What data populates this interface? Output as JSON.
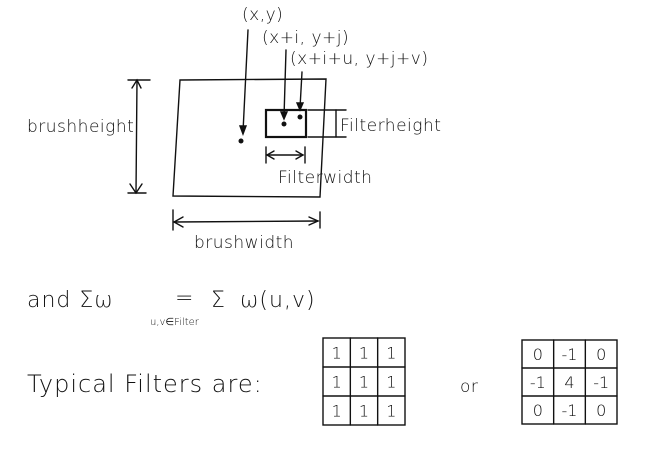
{
  "labels": {
    "origin": "(x,y)",
    "offset": "(x+i, y+j)",
    "filter_point": "(x+i+u, y+j+v)",
    "brush_height": "brushheight",
    "brush_width": "brushwidth",
    "filter_height": "Filterheight",
    "filter_width": "Filterwidth"
  },
  "formula": {
    "lhs": "and Σω",
    "equals": "=",
    "sum": "Σ",
    "rhs": "ω(u,v)",
    "subscript": "u,v∈Filter"
  },
  "filters": {
    "caption": "Typical Filters are:",
    "separator": "or",
    "box_filter": [
      [
        "1",
        "1",
        "1"
      ],
      [
        "1",
        "1",
        "1"
      ],
      [
        "1",
        "1",
        "1"
      ]
    ],
    "laplacian_filter": [
      [
        "0",
        "-1",
        "0"
      ],
      [
        "-1",
        "4",
        "-1"
      ],
      [
        "0",
        "-1",
        "0"
      ]
    ]
  }
}
